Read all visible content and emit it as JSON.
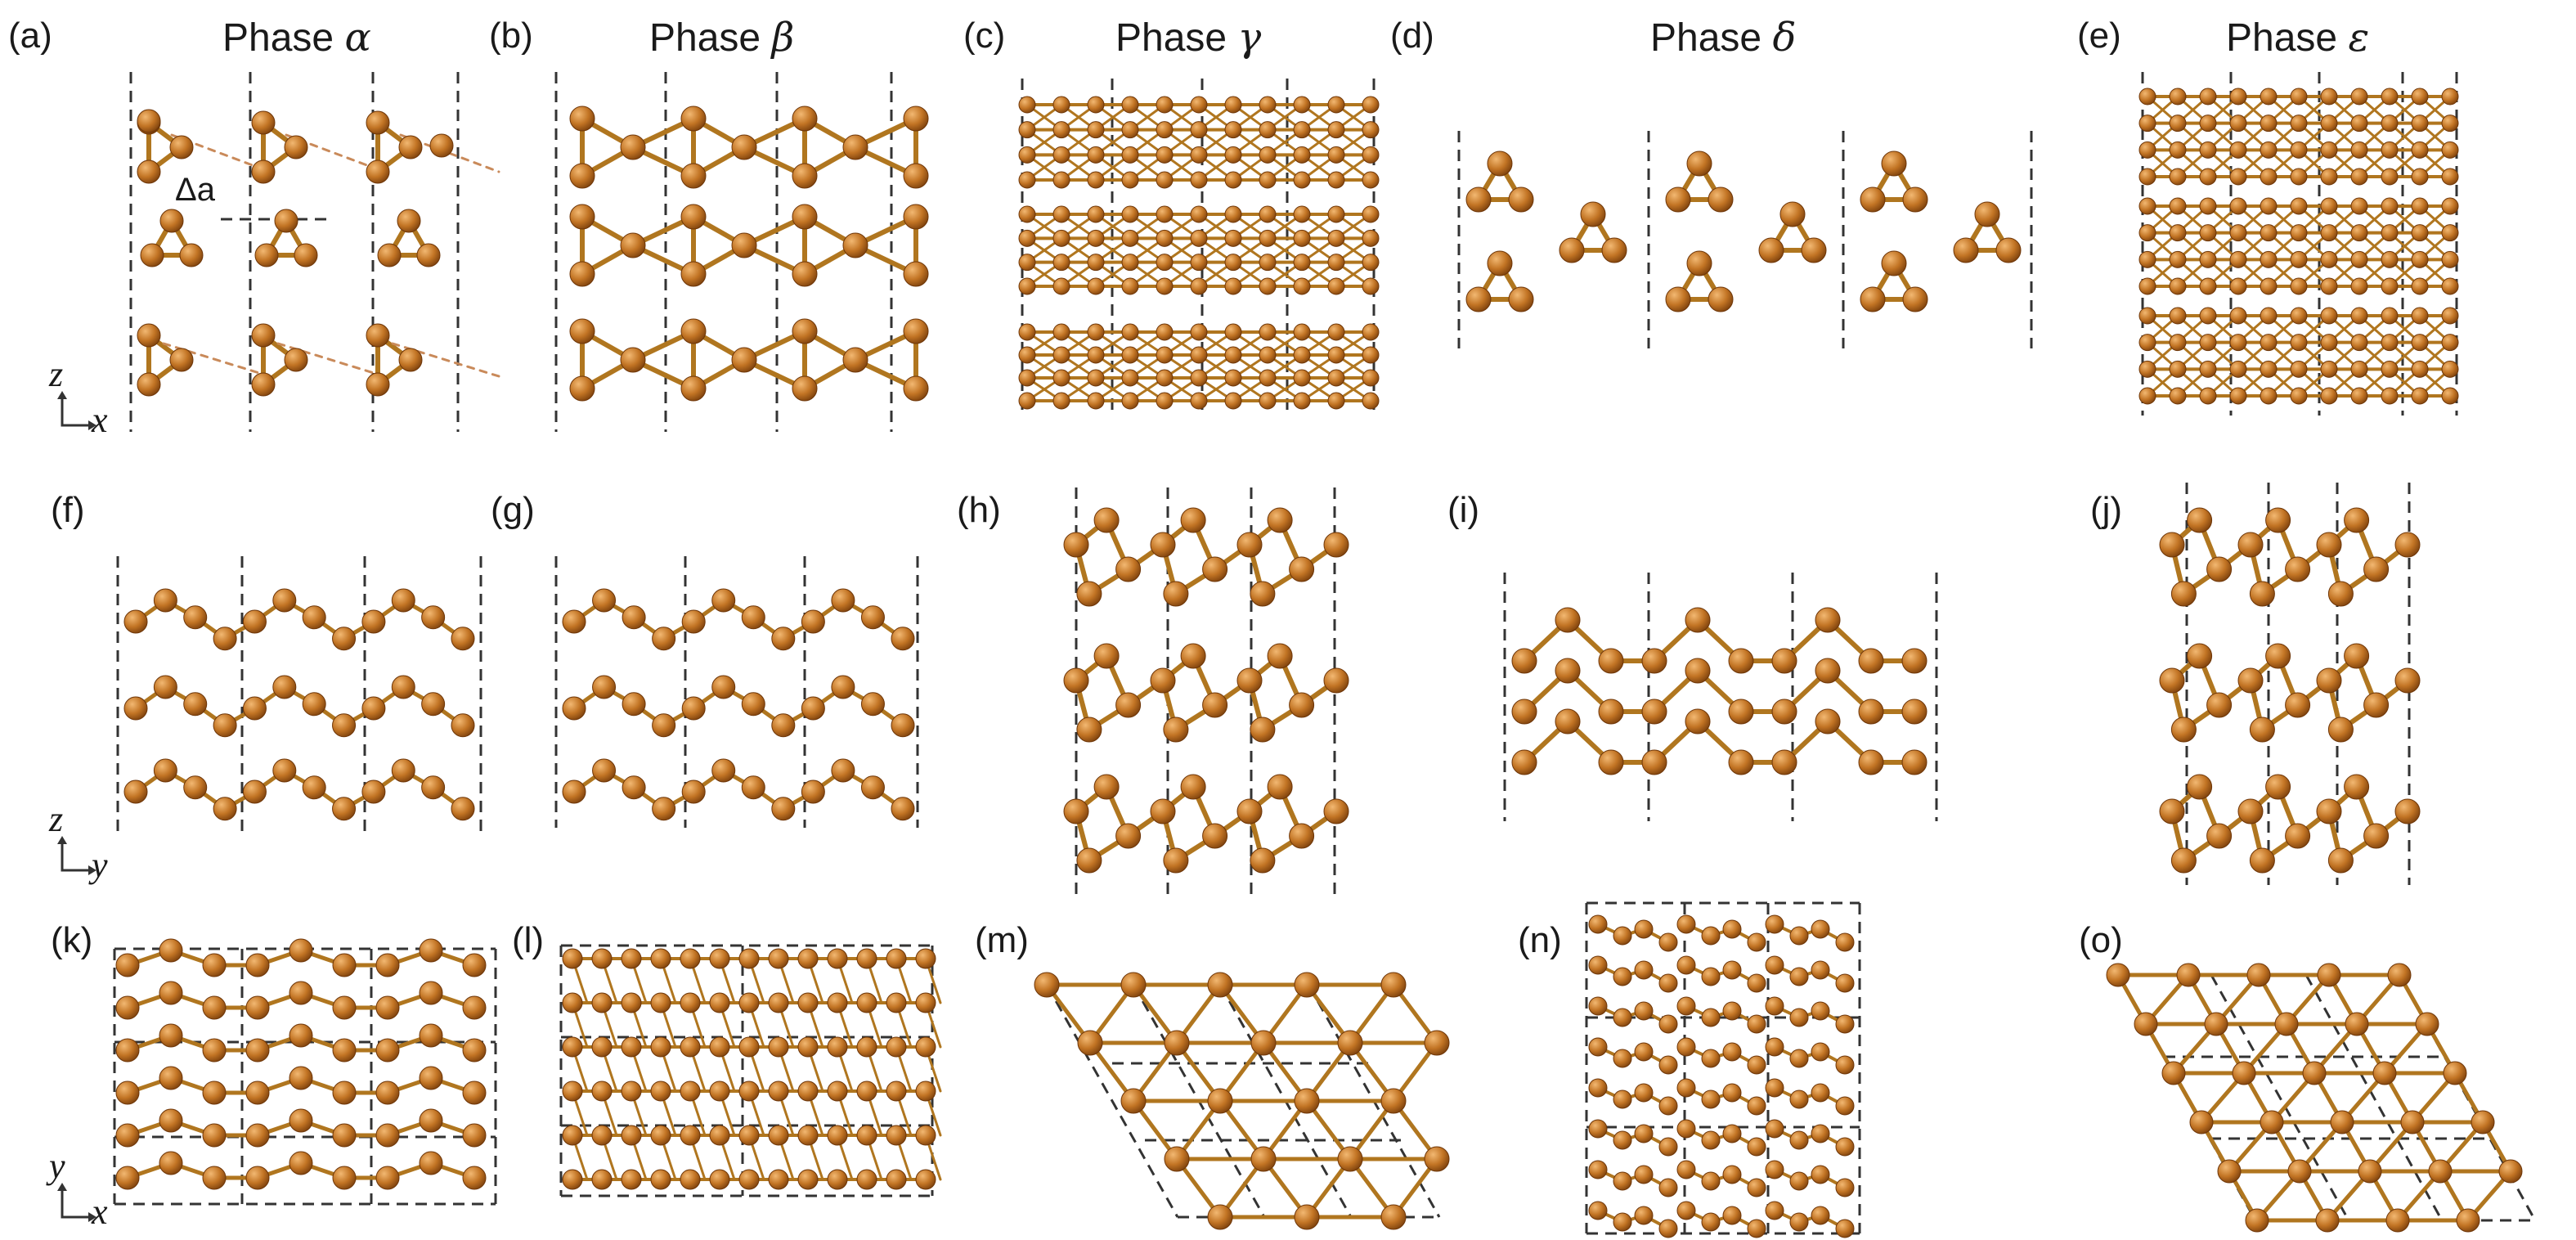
{
  "panels": [
    {
      "label": "(a)",
      "title": "Phase",
      "symbol": "α",
      "view": "xz"
    },
    {
      "label": "(b)",
      "title": "Phase",
      "symbol": "β",
      "view": "xz"
    },
    {
      "label": "(c)",
      "title": "Phase",
      "symbol": "γ",
      "view": "xz"
    },
    {
      "label": "(d)",
      "title": "Phase",
      "symbol": "δ",
      "view": "xz"
    },
    {
      "label": "(e)",
      "title": "Phase",
      "symbol": "ε",
      "view": "xz"
    },
    {
      "label": "(f)",
      "view": "yz"
    },
    {
      "label": "(g)",
      "view": "yz"
    },
    {
      "label": "(h)",
      "view": "yz"
    },
    {
      "label": "(i)",
      "view": "yz"
    },
    {
      "label": "(j)",
      "view": "yz"
    },
    {
      "label": "(k)",
      "view": "xy"
    },
    {
      "label": "(l)",
      "view": "xy"
    },
    {
      "label": "(m)",
      "view": "xy"
    },
    {
      "label": "(n)",
      "view": "xy"
    },
    {
      "label": "(o)",
      "view": "xy"
    }
  ],
  "annotation": "Δa",
  "axes": [
    {
      "vertical": "z",
      "horizontal": "x"
    },
    {
      "vertical": "z",
      "horizontal": "y"
    },
    {
      "vertical": "y",
      "horizontal": "x"
    }
  ],
  "colors": {
    "atom": "#b8691f",
    "atom_highlight": "#e8a55e",
    "bond": "#b0761f",
    "cell": "#333333"
  }
}
